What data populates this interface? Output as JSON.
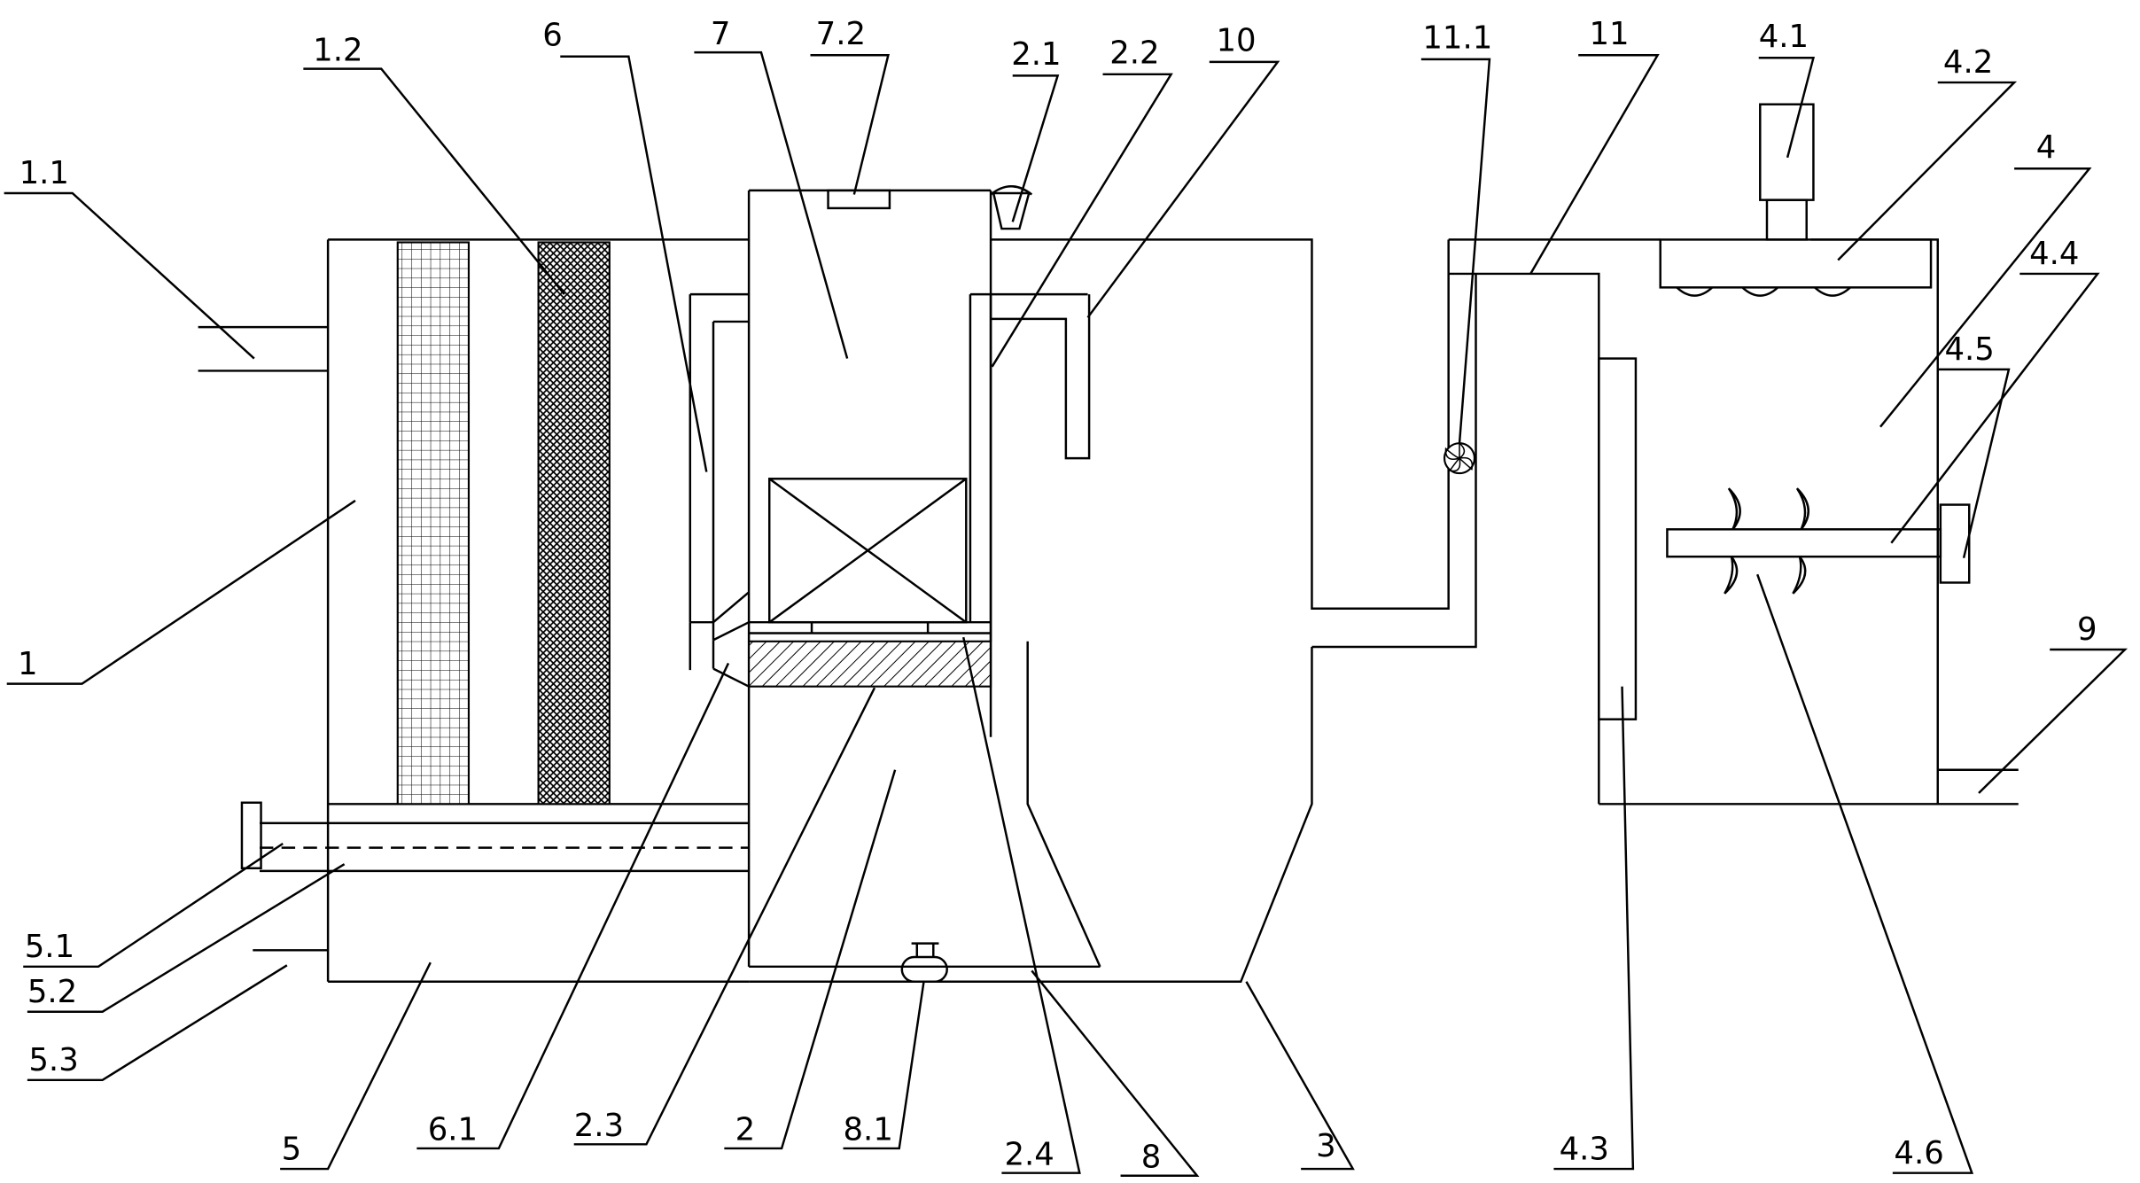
{
  "labels": {
    "l1_1": "1.1",
    "l1_2": "1.2",
    "l6": "6",
    "l7": "7",
    "l7_2": "7.2",
    "l2_1": "2.1",
    "l2_2": "2.2",
    "l10": "10",
    "l11_1": "11.1",
    "l11": "11",
    "l4_1": "4.1",
    "l4_2": "4.2",
    "l4": "4",
    "l4_4": "4.4",
    "l4_5": "4.5",
    "l9": "9",
    "l1": "1",
    "l5_1": "5.1",
    "l5_2": "5.2",
    "l5_3": "5.3",
    "l5": "5",
    "l6_1": "6.1",
    "l2_3": "2.3",
    "l2": "2",
    "l8_1": "8.1",
    "l2_4": "2.4",
    "l8": "8",
    "l3": "3",
    "l4_3": "4.3",
    "l4_6": "4.6"
  }
}
